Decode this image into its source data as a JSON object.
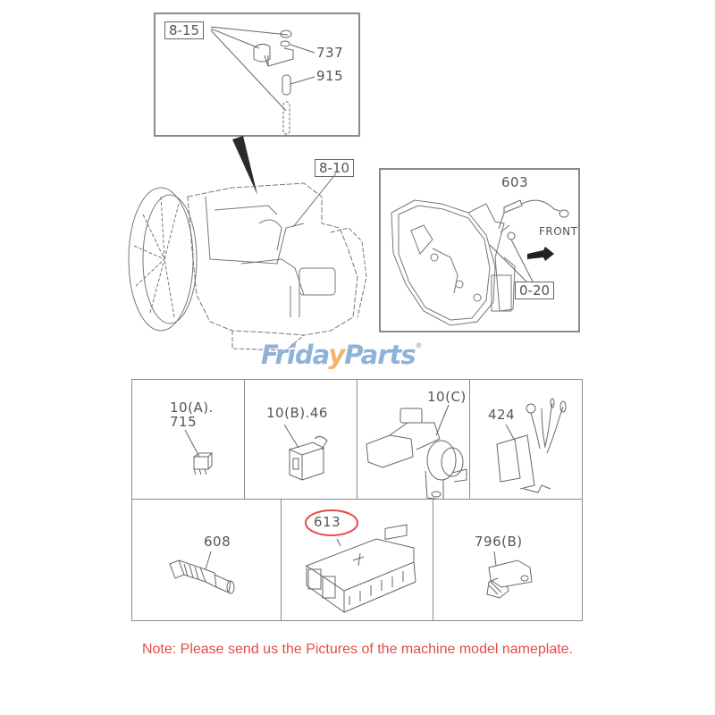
{
  "top_inset": {
    "ref_tag": "8-15",
    "callouts": [
      "737",
      "915"
    ]
  },
  "engine": {
    "ref_tag": "8-10"
  },
  "right_inset": {
    "part_number": "603",
    "direction_label": "FRONT",
    "ref_tag": "0-20"
  },
  "watermark": {
    "brand_part1": "Frida",
    "brand_y": "y",
    "brand_part2": "Parts",
    "registered": "®"
  },
  "parts_grid": {
    "row1": [
      {
        "line1": "10(A).",
        "line2": "715",
        "part": "small relay"
      },
      {
        "line1": "10(B).46",
        "line2": "",
        "part": "relay with bracket"
      },
      {
        "line1": "10(C)",
        "line2": "",
        "part": "solenoid with bracket"
      },
      {
        "line1": "424",
        "line2": "",
        "part": "harness module"
      }
    ],
    "row2": [
      {
        "line1": "608",
        "part": "temperature sensor",
        "highlighted": false
      },
      {
        "line1": "613",
        "part": "engine control unit",
        "highlighted": true
      },
      {
        "line1": "796(B)",
        "part": "pressure sensor",
        "highlighted": false
      }
    ]
  },
  "note": "Note: Please send us the Pictures of the machine model nameplate.",
  "colors": {
    "line": "#8a8a8a",
    "text": "#555555",
    "highlight": "#e84a4a",
    "brand_blue": "#8fb2d9",
    "brand_orange": "#f2b36a"
  }
}
